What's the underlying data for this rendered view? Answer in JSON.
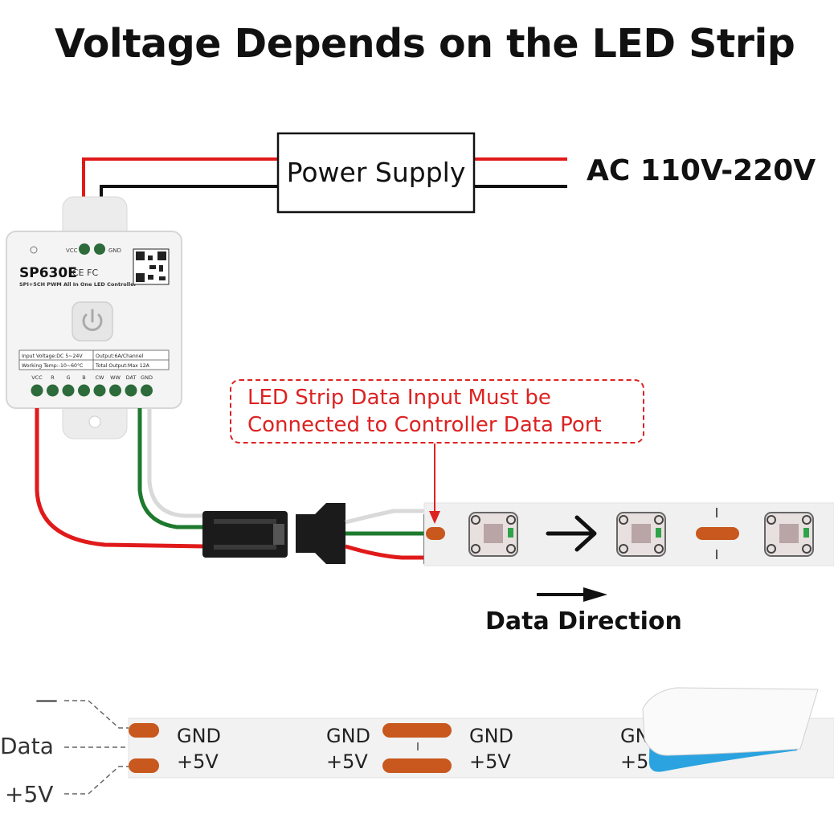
{
  "title": "Voltage Depends on the LED Strip",
  "power_supply": {
    "label": "Power Supply",
    "input_label": "AC 110V-220V"
  },
  "controller": {
    "model": "SP630E",
    "certs": "CE FC",
    "subtitle": "SPI+5CH PWM All In One LED Controller",
    "top_pins": [
      "VCC",
      "GND"
    ],
    "power_button_icon": "power-icon",
    "specs": [
      [
        "Input Voltage:DC 5~24V",
        "Output:6A/Channel"
      ],
      [
        "Working Temp:-10~60°C",
        "Total Output:Max 12A"
      ]
    ],
    "bottom_pins": [
      "VCC",
      "R",
      "G",
      "B",
      "CW",
      "WW",
      "DAT",
      "GND"
    ]
  },
  "callout": {
    "line1": "LED Strip Data Input Must be",
    "line2": "Connected to Controller Data Port"
  },
  "data_direction_label": "Data Direction",
  "strip_labels": {
    "pads": [
      "GND",
      "+5V"
    ],
    "partial": [
      "GN",
      "+5"
    ]
  },
  "side_labels": {
    "minus": "—",
    "data": "Data",
    "plus": "+5V"
  },
  "colors": {
    "wire_red": "#e01a1a",
    "wire_black": "#111111",
    "wire_green": "#1e7a2e",
    "wire_white": "#d9d9d9",
    "copper": "#c8581e",
    "tape_blue": "#2aa3e0",
    "callout_red": "#dd2222"
  }
}
